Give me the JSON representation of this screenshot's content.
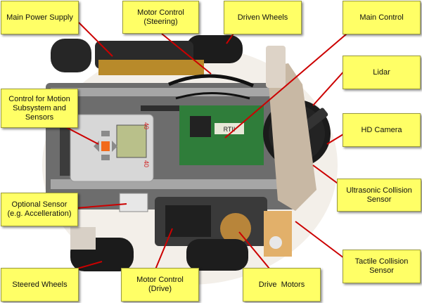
{
  "labels": {
    "main_power_supply": "Main Power Supply",
    "motor_control_steering": "Motor Control\n(Steering)",
    "driven_wheels": "Driven Wheels",
    "main_control": "Main Control",
    "control_motion": "Control for Motion\nSubsystem and\nSensors",
    "lidar": "Lidar",
    "hd_camera": "HD Camera",
    "ultrasonic": "Ultrasonic Collision\nSensor",
    "optional_sensor": "Optional Sensor\n(e.g. Accelleration)",
    "tactile": "Tactile Collision\nSensor",
    "steered_wheels": "Steered Wheels",
    "motor_control_drive": "Motor Control\n(Drive)",
    "drive_motors": "Drive  Motors"
  },
  "screen_text": "RTII",
  "brick_marks": [
    "40",
    "40"
  ],
  "colors": {
    "label_fill": "#ffff66",
    "leader_line": "#cc0000",
    "background": "#ffffff"
  }
}
